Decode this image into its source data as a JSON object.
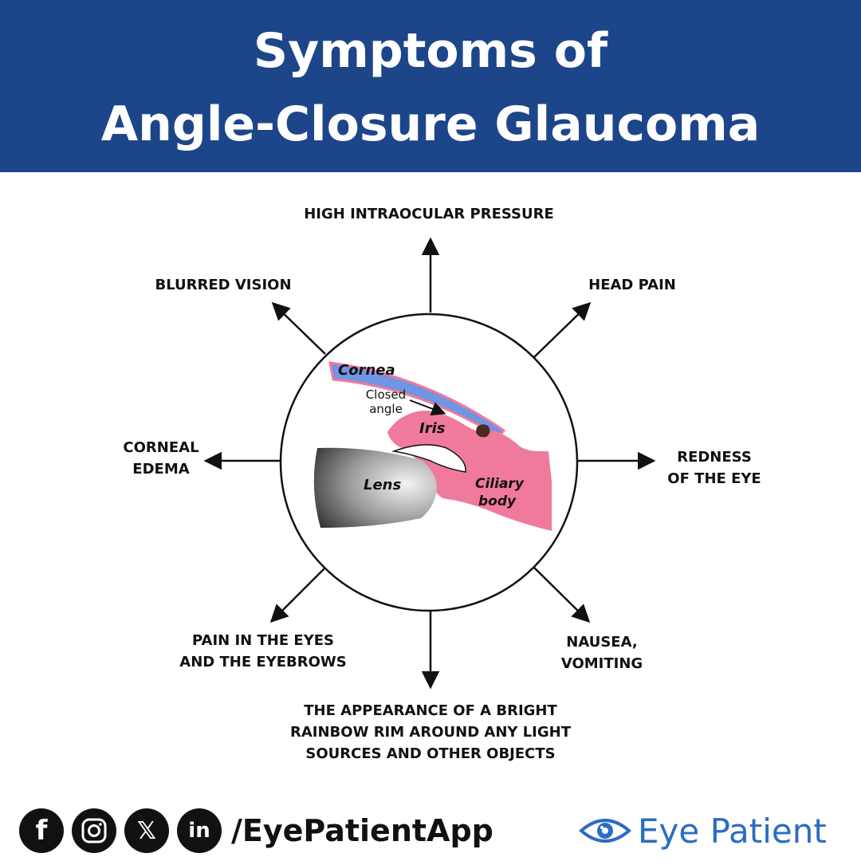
{
  "header": {
    "title_line1": "Symptoms of",
    "title_line2": "Angle-Closure Glaucoma"
  },
  "symptoms": {
    "top": "HIGH INTRAOCULAR PRESSURE",
    "top_left": "BLURRED VISION",
    "top_right": "HEAD PAIN",
    "left_line1": "CORNEAL",
    "left_line2": "EDEMA",
    "right_line1": "REDNESS",
    "right_line2": "OF THE EYE",
    "bottom_left_line1": "PAIN IN THE EYES",
    "bottom_left_line2": "AND THE EYEBROWS",
    "bottom_right_line1": "NAUSEA,",
    "bottom_right_line2": "VOMITING",
    "bottom_line1": "THE APPEARANCE OF A BRIGHT",
    "bottom_line2": "RAINBOW RIM AROUND ANY LIGHT",
    "bottom_line3": "SOURCES AND OTHER OBJECTS"
  },
  "anatomy": {
    "cornea": "Cornea",
    "closed_line1": "Closed",
    "closed_line2": "angle",
    "iris": "Iris",
    "lens": "Lens",
    "ciliary_line1": "Ciliary",
    "ciliary_line2": "body"
  },
  "footer": {
    "social_icons": [
      "facebook-icon",
      "instagram-icon",
      "x-icon",
      "linkedin-icon"
    ],
    "facebook_glyph": "f",
    "linkedin_glyph": "in",
    "x_glyph": "𝕏",
    "handle": "/EyePatientApp",
    "brand": "Eye Patient"
  },
  "colors": {
    "header_bg": "#1d4589",
    "iris_pink": "#f07a9c",
    "cornea_blue": "#6f95e3",
    "brand_blue": "#2b6cc4"
  }
}
